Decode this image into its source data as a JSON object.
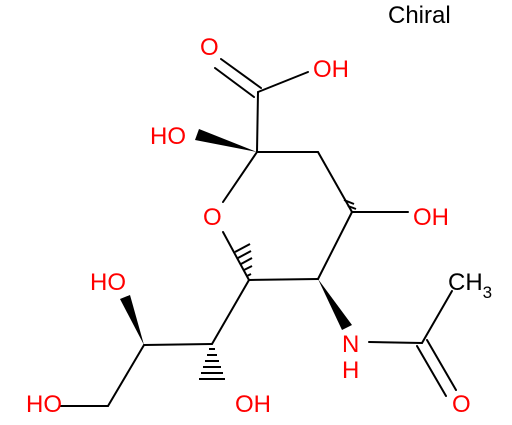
{
  "molecule": {
    "chirality_flag": "Chiral",
    "atom_labels": {
      "carboxyl_carbonyl_o": "O",
      "carboxyl_oh": "OH",
      "anomeric_oh": "HO",
      "ring_o": "O",
      "ring_oh": "OH",
      "amide_n": "N",
      "amide_h": "H",
      "methyl": "CH",
      "methyl_subscript": "3",
      "amide_carbonyl_o": "O",
      "side_oh_upper": "HO",
      "side_oh_lower": "OH",
      "terminal_oh": "HO"
    },
    "colors": {
      "heteroatom": "#ff0000",
      "bonds": "#000000",
      "chirality_flag": "#000000"
    }
  }
}
